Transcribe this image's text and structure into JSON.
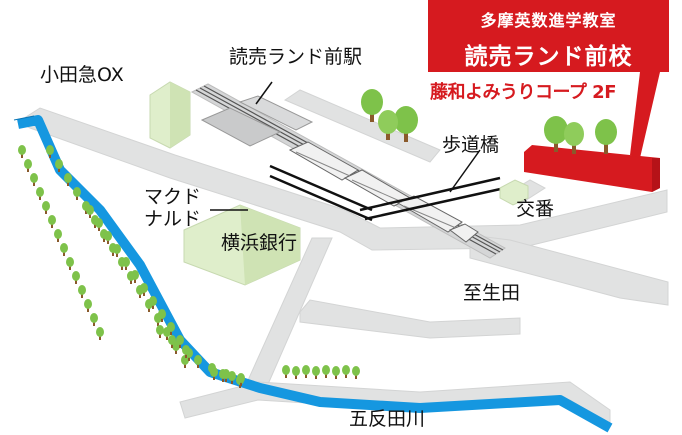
{
  "school": {
    "name_line1": "多摩英数進学教室",
    "name_line2": "読売ランド前校",
    "building": "藤和よみうりコープ 2F"
  },
  "labels": {
    "odakyu_ox": "小田急OX",
    "station": "読売ランド前駅",
    "footbridge": "歩道橋",
    "mcdonalds_line1": "マクド",
    "mcdonalds_line2": "ナルド",
    "bank": "横浜銀行",
    "koban": "交番",
    "to_ikuta": "至生田",
    "river": "五反田川"
  },
  "colors": {
    "accent_red": "#d61a1f",
    "river_blue": "#1597e0",
    "road_gray": "#e1e2e2",
    "building_green": "#dfeecb",
    "tree_green": "#7ec24a",
    "trunk_brown": "#8a5a2b"
  },
  "icons": [
    "train-icon",
    "tree-icon",
    "school-building-icon"
  ]
}
